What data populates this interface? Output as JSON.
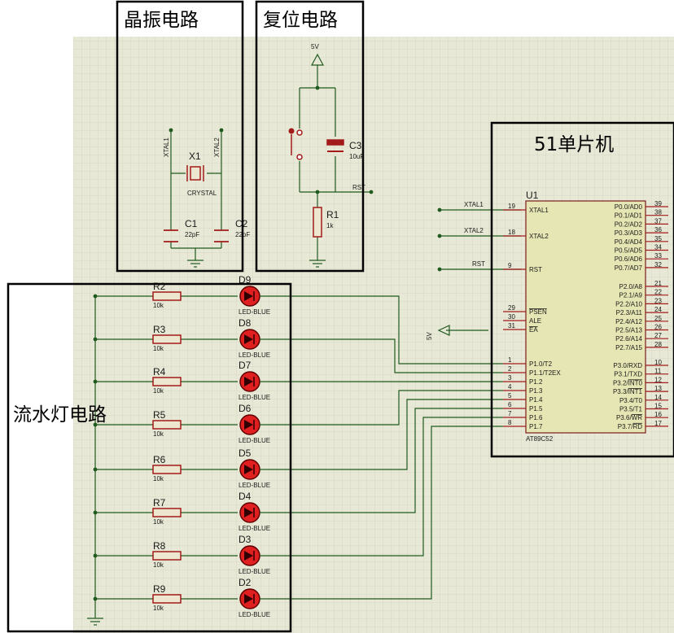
{
  "sections": {
    "crystal": "晶振电路",
    "reset": "复位电路",
    "mcu": "51单片机",
    "leds": "流水灯电路"
  },
  "crystal_circuit": {
    "x1_ref": "X1",
    "x1_value": "CRYSTAL",
    "c1_ref": "C1",
    "c1_value": "22pF",
    "c2_ref": "C2",
    "c2_value": "22pF",
    "net_xtal1": "XTAL1",
    "net_xtal2": "XTAL2"
  },
  "reset_circuit": {
    "supply": "5V",
    "c3_ref": "C3",
    "c3_value": "10uF",
    "r1_ref": "R1",
    "r1_value": "1k",
    "net_rst": "RST"
  },
  "mcu": {
    "ref": "U1",
    "part": "AT89C52",
    "supply": "5V",
    "nets": [
      "XTAL1",
      "XTAL2",
      "RST"
    ],
    "left_pins": [
      {
        "num": "19",
        "name": "XTAL1"
      },
      {
        "num": "18",
        "name": "XTAL2"
      },
      {
        "num": "9",
        "name": "RST"
      },
      {
        "num": "29",
        "name": "PSEN"
      },
      {
        "num": "30",
        "name": "ALE"
      },
      {
        "num": "31",
        "name": "EA"
      },
      {
        "num": "1",
        "name": "P1.0/T2"
      },
      {
        "num": "2",
        "name": "P1.1/T2EX"
      },
      {
        "num": "3",
        "name": "P1.2"
      },
      {
        "num": "4",
        "name": "P1.3"
      },
      {
        "num": "5",
        "name": "P1.4"
      },
      {
        "num": "6",
        "name": "P1.5"
      },
      {
        "num": "7",
        "name": "P1.6"
      },
      {
        "num": "8",
        "name": "P1.7"
      }
    ],
    "right_pins": [
      {
        "num": "39",
        "name": "P0.0/AD0"
      },
      {
        "num": "38",
        "name": "P0.1/AD1"
      },
      {
        "num": "37",
        "name": "P0.2/AD2"
      },
      {
        "num": "36",
        "name": "P0.3/AD3"
      },
      {
        "num": "35",
        "name": "P0.4/AD4"
      },
      {
        "num": "34",
        "name": "P0.5/AD5"
      },
      {
        "num": "33",
        "name": "P0.6/AD6"
      },
      {
        "num": "32",
        "name": "P0.7/AD7"
      },
      {
        "num": "21",
        "name": "P2.0/A8"
      },
      {
        "num": "22",
        "name": "P2.1/A9"
      },
      {
        "num": "23",
        "name": "P2.2/A10"
      },
      {
        "num": "24",
        "name": "P2.3/A11"
      },
      {
        "num": "25",
        "name": "P2.4/A12"
      },
      {
        "num": "26",
        "name": "P2.5/A13"
      },
      {
        "num": "27",
        "name": "P2.6/A14"
      },
      {
        "num": "28",
        "name": "P2.7/A15"
      },
      {
        "num": "10",
        "name": "P3.0/RXD"
      },
      {
        "num": "11",
        "name": "P3.1/TXD"
      },
      {
        "num": "12",
        "name": "P3.2/INT0"
      },
      {
        "num": "13",
        "name": "P3.3/INT1"
      },
      {
        "num": "14",
        "name": "P3.4/T0"
      },
      {
        "num": "15",
        "name": "P3.5/T1"
      },
      {
        "num": "16",
        "name": "P3.6/WR"
      },
      {
        "num": "17",
        "name": "P3.7/RD"
      }
    ]
  },
  "led_channels": [
    {
      "resistor": "R2",
      "rvalue": "10k",
      "led": "D9",
      "lvalue": "LED-BLUE"
    },
    {
      "resistor": "R3",
      "rvalue": "10k",
      "led": "D8",
      "lvalue": "LED-BLUE"
    },
    {
      "resistor": "R4",
      "rvalue": "10k",
      "led": "D7",
      "lvalue": "LED-BLUE"
    },
    {
      "resistor": "R5",
      "rvalue": "10k",
      "led": "D6",
      "lvalue": "LED-BLUE"
    },
    {
      "resistor": "R6",
      "rvalue": "10k",
      "led": "D5",
      "lvalue": "LED-BLUE"
    },
    {
      "resistor": "R7",
      "rvalue": "10k",
      "led": "D4",
      "lvalue": "LED-BLUE"
    },
    {
      "resistor": "R8",
      "rvalue": "10k",
      "led": "D3",
      "lvalue": "LED-BLUE"
    },
    {
      "resistor": "R9",
      "rvalue": "10k",
      "led": "D2",
      "lvalue": "LED-BLUE"
    }
  ],
  "colors": {
    "sheet": "#e8e8d6",
    "grid": "#c9c9b3",
    "wire": "#1f5a1f",
    "component": "#a21a1a",
    "chip_fill": "#e6e6b4",
    "led_fill": "#e02020",
    "frame": "#000000",
    "text": "#1a1a1a"
  }
}
